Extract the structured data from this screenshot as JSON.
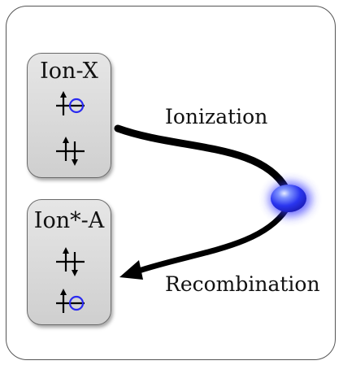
{
  "states": [
    {
      "id": "ion-x",
      "title": "Ion-X",
      "levels": [
        "hole",
        "paired"
      ]
    },
    {
      "id": "ion-a",
      "title": "Ion*-A",
      "levels": [
        "paired",
        "hole"
      ]
    }
  ],
  "processes": {
    "ionization": "Ionization",
    "recombination": "Recombination"
  },
  "colors": {
    "hole": "#2a2af0",
    "electron_glow": "#3333ff",
    "box_fill": "#d9d9d9",
    "arrow": "#000000"
  }
}
